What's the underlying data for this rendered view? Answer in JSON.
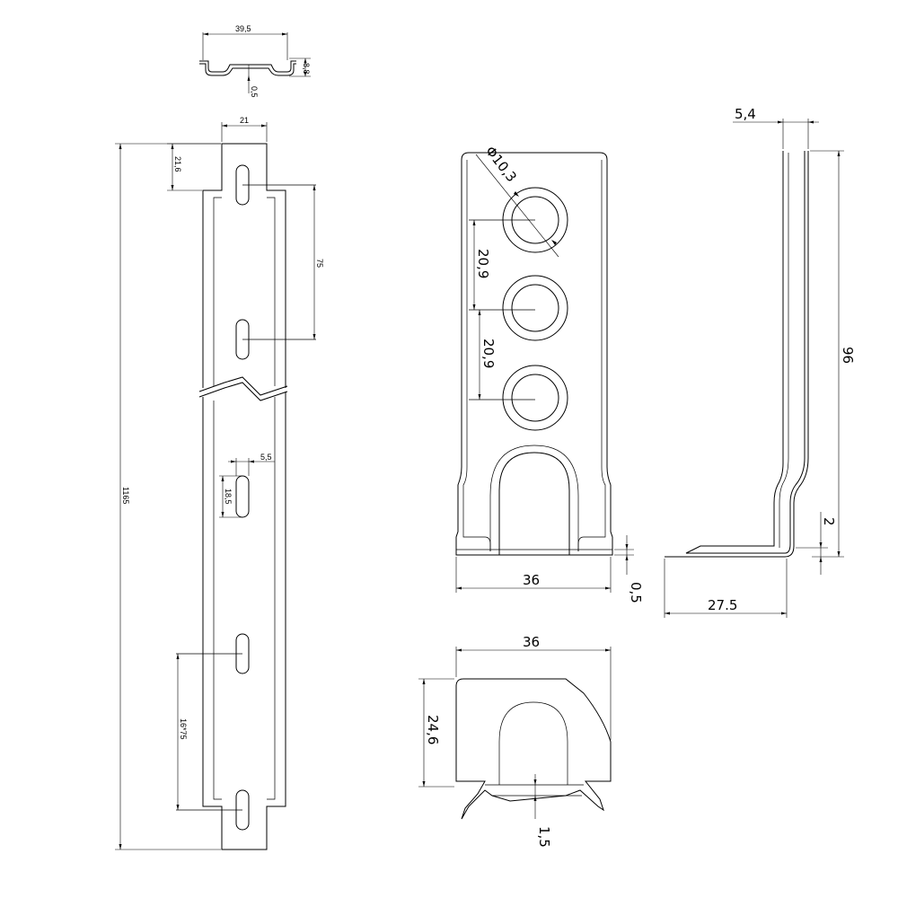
{
  "colors": {
    "line": "#000000",
    "background": "#ffffff"
  },
  "views": {
    "rail_profile": {
      "width_label": "39,5",
      "height_label": "8,8",
      "thickness_label": "0,5"
    },
    "rail_front": {
      "top_width_label": "21",
      "top_offset_label": "21,6",
      "slot_pitch_label": "75",
      "overall_length_label": "1165",
      "slot_width_label": "5,5",
      "slot_length_label": "18,5",
      "slot_series_label": "16*75"
    },
    "bracket_front": {
      "hole_diameter_label": "Φ10,3",
      "hole_pitch_1_label": "20,9",
      "hole_pitch_2_label": "20,9",
      "width_label": "36",
      "thickness_label": "0,5"
    },
    "bracket_side": {
      "top_width_label": "5,4",
      "height_label": "96",
      "foot_height_label": "2",
      "foot_length_label": "27.5"
    },
    "bracket_bottom": {
      "width_label": "36",
      "height_label": "24,6",
      "gap_label": "1,5"
    }
  }
}
